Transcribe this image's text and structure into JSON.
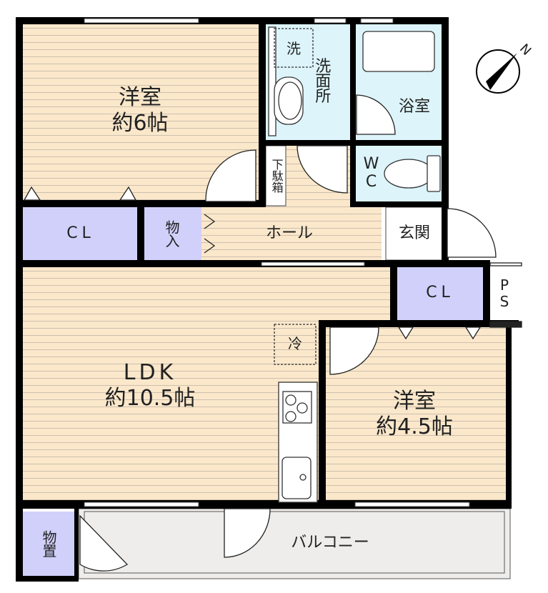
{
  "rooms": {
    "western_6": {
      "name": "洋室",
      "size": "約6帖"
    },
    "cl_left": "CL",
    "storage_hall": "物入",
    "hall": "ホール",
    "entrance": "玄関",
    "shoe_box": "下駄箱",
    "washroom": "洗面所",
    "washer": "洗",
    "bath": "浴室",
    "wc": "WC",
    "ldk": {
      "name": "LDK",
      "size": "約10.5帖"
    },
    "fridge": "冷",
    "cl_right": "CL",
    "ps": "PS",
    "western_45": {
      "name": "洋室",
      "size": "約4.5帖"
    },
    "balcony": "バルコニー",
    "storage_balcony": "物置"
  },
  "compass": {
    "label": "N"
  },
  "colors": {
    "wood": "#fbe8cb",
    "wood_line": "#cdbfae",
    "water": "#dcf4fa",
    "closet": "#d0d0fb",
    "balcony": "#eeedeb",
    "wall": "#000000"
  }
}
